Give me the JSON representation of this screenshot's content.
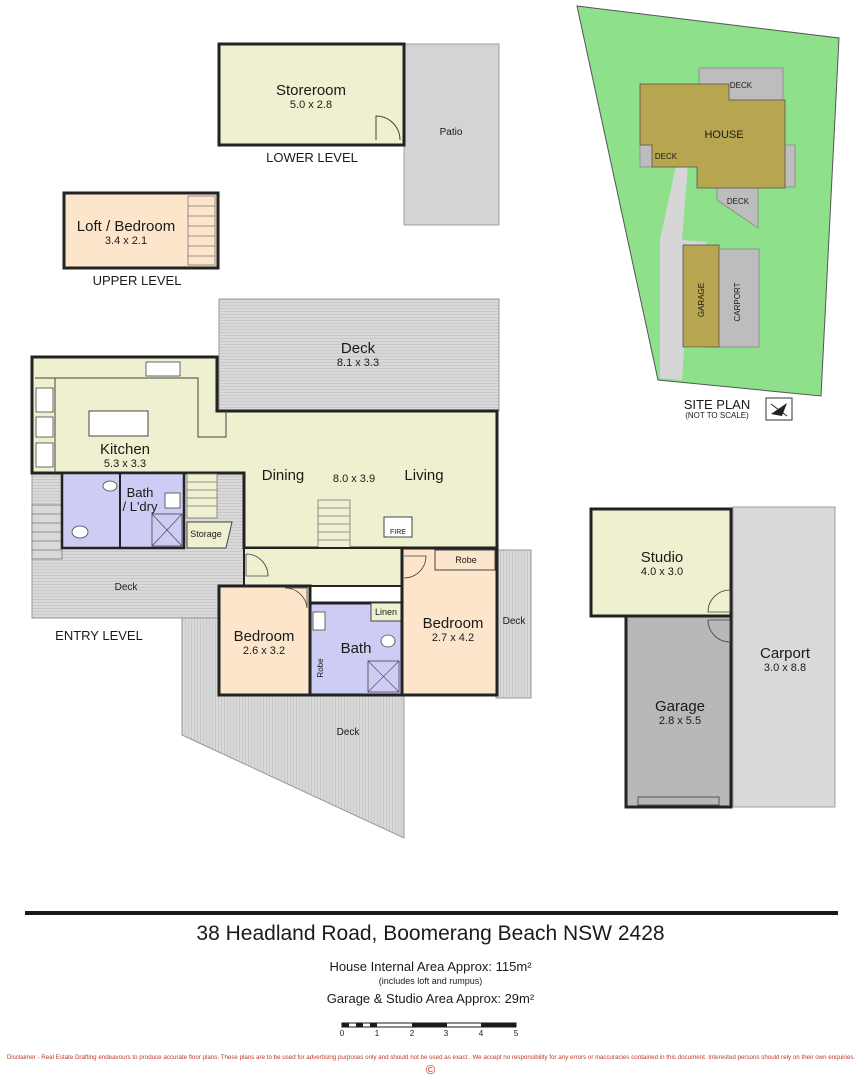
{
  "rooms": {
    "storeroom": {
      "name": "Storeroom",
      "dims": "5.0 x 2.8"
    },
    "patio": {
      "name": "Patio"
    },
    "lower_level": "LOWER LEVEL",
    "loft": {
      "name": "Loft / Bedroom",
      "dims": "3.4 x 2.1"
    },
    "upper_level": "UPPER LEVEL",
    "deck_top": {
      "name": "Deck",
      "dims": "8.1 x 3.3"
    },
    "kitchen": {
      "name": "Kitchen",
      "dims": "5.3 x 3.3"
    },
    "dining": "Dining",
    "living": "Living",
    "living_dims": "8.0 x 3.9",
    "bath_laundry_1": "Bath",
    "bath_laundry_2": "/ L'dry",
    "storage": "Storage",
    "fire": "FIRE",
    "deck_left": "Deck",
    "entry_level": "ENTRY LEVEL",
    "bedroom1": {
      "name": "Bedroom",
      "dims": "2.6 x 3.2"
    },
    "robe1": "Robe",
    "linen": "Linen",
    "bath": "Bath",
    "bedroom2": {
      "name": "Bedroom",
      "dims": "2.7 x 4.2"
    },
    "robe2": "Robe",
    "deck_right": "Deck",
    "deck_bottom": "Deck",
    "studio": {
      "name": "Studio",
      "dims": "4.0 x 3.0"
    },
    "garage": {
      "name": "Garage",
      "dims": "2.8 x 5.5"
    },
    "carport": {
      "name": "Carport",
      "dims": "3.0 x 8.8"
    }
  },
  "site_plan": {
    "deck_top": "DECK",
    "house": "HOUSE",
    "deck_left": "DECK",
    "deck_bottom": "DECK",
    "garage": "GARAGE",
    "carport": "CARPORT",
    "title": "SITE PLAN",
    "subtitle": "(NOT TO SCALE)"
  },
  "scale_bar": {
    "ticks": [
      "0",
      "1",
      "2",
      "3",
      "4",
      "5"
    ]
  },
  "footer": {
    "address": "38 Headland Road, Boomerang Beach NSW 2428",
    "house_area": "House Internal Area Approx: 115m²",
    "house_area_note": "(includes loft and rumpus)",
    "garage_area": "Garage & Studio Area Approx: 29m²",
    "disclaimer": "Disclaimer - Real Estate Drafting endeavours to produce accurate floor plans. These plans are to be used for advertising purposes only and should not be used as exact . We accept no responsibility for any errors or inaccuracies contained in this document. Interested persons should rely on their own enquiries.",
    "copyright": "©"
  },
  "colors": {
    "living": "#eef0cf",
    "bedroom": "#fde5cc",
    "bath": "#ccccf5",
    "deck": "#d6d6d6",
    "garage": "#b8b8b8",
    "site_grass": "#8ee08a",
    "site_house": "#b8a54f"
  }
}
